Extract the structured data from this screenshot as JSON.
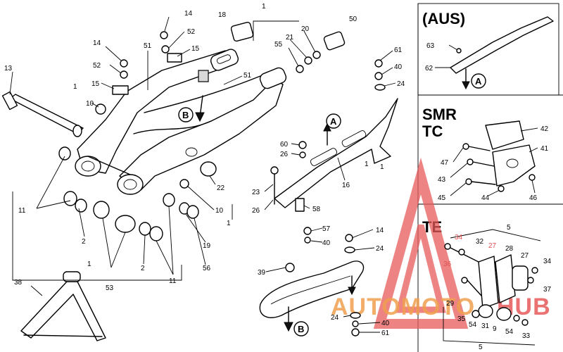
{
  "panels": {
    "aus": "(AUS)",
    "smr": "SMR",
    "tc": "TC",
    "te": "TE"
  },
  "callouts": {
    "a": "A",
    "b": "B"
  },
  "watermark": {
    "auto": "AUTOMOTO",
    "hub": "HUB",
    "colors": {
      "red": "#e85a5a",
      "orange": "#f0a050"
    }
  },
  "labels": {
    "l1": "1",
    "l1b": "1",
    "l1c": "1",
    "l1d": "1",
    "l1e": "1",
    "l1f": "1",
    "l2a": "2",
    "l2b": "2",
    "l5a": "5",
    "l5b": "5",
    "l9": "9",
    "l10a": "10",
    "l10b": "10",
    "l11a": "11",
    "l11b": "11",
    "l13": "13",
    "l14a": "14",
    "l14b": "14",
    "l14c": "14",
    "l15a": "15",
    "l15b": "15",
    "l16": "16",
    "l18": "18",
    "l19": "19",
    "l20": "20",
    "l21": "21",
    "l22": "22",
    "l23": "23",
    "l24a": "24",
    "l24b": "24",
    "l24c": "24",
    "l26a": "26",
    "l26b": "26",
    "l27a": "27",
    "l27b": "27",
    "l28": "28",
    "l29": "29",
    "l31": "31",
    "l32": "32",
    "l33": "33",
    "l34a": "34",
    "l34b": "34",
    "l35": "35",
    "l36": "36",
    "l37": "37",
    "l38": "38",
    "l39": "39",
    "l40a": "40",
    "l40b": "40",
    "l40c": "40",
    "l41": "41",
    "l42": "42",
    "l43": "43",
    "l44": "44",
    "l45": "45",
    "l46": "46",
    "l47": "47",
    "l50": "50",
    "l51a": "51",
    "l51b": "51",
    "l52a": "52",
    "l52b": "52",
    "l53": "53",
    "l54a": "54",
    "l54b": "54",
    "l55": "55",
    "l56": "56",
    "l57": "57",
    "l58": "58",
    "l60": "60",
    "l61a": "61",
    "l61b": "61",
    "l62": "62",
    "l63": "63"
  }
}
